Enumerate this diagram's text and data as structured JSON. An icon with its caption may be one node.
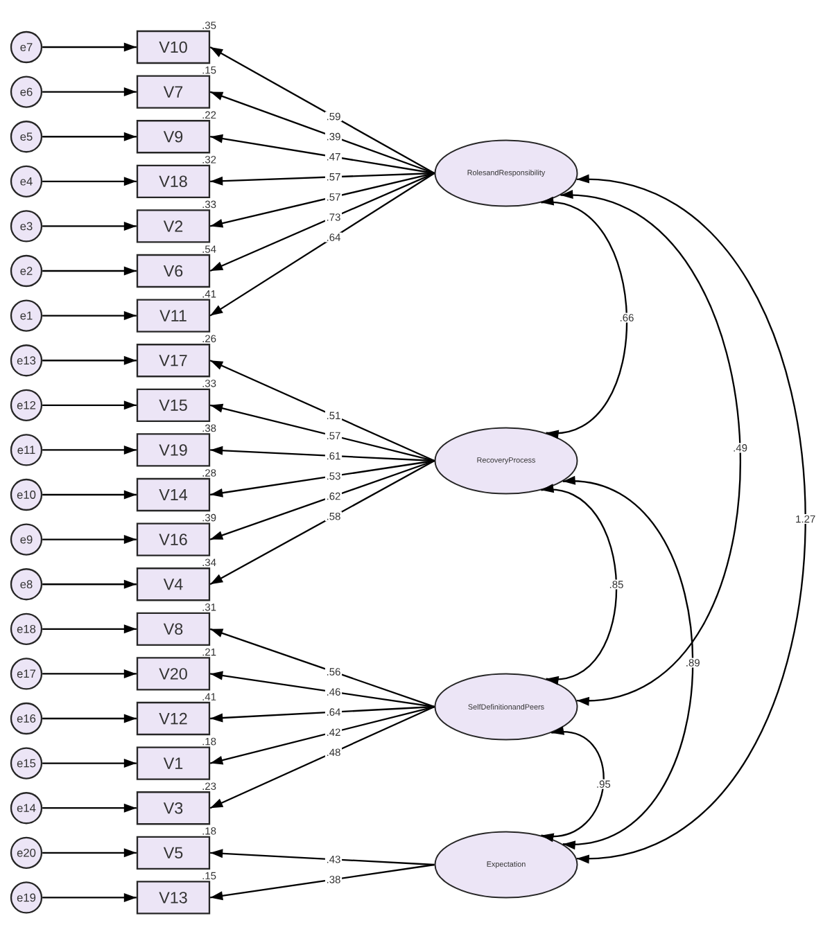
{
  "diagram": {
    "nodes": [
      {
        "text": [
          "e7"
        ]
      },
      {
        "text": [
          "V10"
        ],
        "beside": [
          ".35"
        ]
      },
      {
        "text": [
          "e6"
        ]
      },
      {
        "text": [
          "V7"
        ],
        "beside": [
          ".15"
        ]
      },
      {
        "text": [
          "e5"
        ]
      },
      {
        "text": [
          "V9"
        ],
        "beside": [
          ".22"
        ]
      },
      {
        "text": [
          "e4"
        ]
      },
      {
        "text": [
          "V18"
        ],
        "beside": [
          ".32"
        ]
      },
      {
        "text": [
          "e3"
        ]
      },
      {
        "text": [
          "V2"
        ],
        "beside": [
          ".33"
        ]
      },
      {
        "text": [
          "e2"
        ]
      },
      {
        "text": [
          "V6"
        ],
        "beside": [
          ".54"
        ]
      },
      {
        "text": [
          "e1"
        ]
      },
      {
        "text": [
          "V11"
        ],
        "beside": [
          ".41"
        ]
      },
      {
        "text": [
          "e13"
        ]
      },
      {
        "text": [
          "V17"
        ],
        "beside": [
          ".26"
        ]
      },
      {
        "text": [
          "e12"
        ]
      },
      {
        "text": [
          "V15"
        ],
        "beside": [
          ".33"
        ]
      },
      {
        "text": [
          "e11"
        ]
      },
      {
        "text": [
          "V19"
        ],
        "beside": [
          ".38"
        ]
      },
      {
        "text": [
          "e10"
        ]
      },
      {
        "text": [
          "V14"
        ],
        "beside": [
          ".28"
        ]
      },
      {
        "text": [
          "e9"
        ]
      },
      {
        "text": [
          "V16"
        ],
        "beside": [
          ".39"
        ]
      },
      {
        "text": [
          "e8"
        ]
      },
      {
        "text": [
          "V4"
        ],
        "beside": [
          ".34"
        ]
      },
      {
        "text": [
          "e18"
        ]
      },
      {
        "text": [
          "V8"
        ],
        "beside": [
          ".31"
        ]
      },
      {
        "text": [
          "e17"
        ]
      },
      {
        "text": [
          "V20"
        ],
        "beside": [
          ".21"
        ]
      },
      {
        "text": [
          "e16"
        ]
      },
      {
        "text": [
          "V12"
        ],
        "beside": [
          ".41"
        ]
      },
      {
        "text": [
          "e15"
        ]
      },
      {
        "text": [
          "V1"
        ],
        "beside": [
          ".18"
        ]
      },
      {
        "text": [
          "e14"
        ]
      },
      {
        "text": [
          "V3"
        ],
        "beside": [
          ".23"
        ]
      },
      {
        "text": [
          "e20"
        ]
      },
      {
        "text": [
          "V5"
        ],
        "beside": [
          ".18"
        ]
      },
      {
        "text": [
          "e19"
        ]
      },
      {
        "text": [
          "V13"
        ],
        "beside": [
          ".15"
        ]
      },
      {
        "text": [
          "RolesandResponsibility"
        ]
      },
      {
        "text": [
          "RecoveryProcess"
        ]
      },
      {
        "text": [
          "SelfDefinitionandPeers"
        ]
      },
      {
        "text": [
          "Expectation"
        ]
      }
    ],
    "edges": [
      {
        "from": 0,
        "to": 1,
        "arrow": "to"
      },
      {
        "from": 2,
        "to": 3,
        "arrow": "to"
      },
      {
        "from": 4,
        "to": 5,
        "arrow": "to"
      },
      {
        "from": 6,
        "to": 7,
        "arrow": "to"
      },
      {
        "from": 8,
        "to": 9,
        "arrow": "to"
      },
      {
        "from": 10,
        "to": 11,
        "arrow": "to"
      },
      {
        "from": 12,
        "to": 13,
        "arrow": "to"
      },
      {
        "from": 14,
        "to": 15,
        "arrow": "to"
      },
      {
        "from": 16,
        "to": 17,
        "arrow": "to"
      },
      {
        "from": 18,
        "to": 19,
        "arrow": "to"
      },
      {
        "from": 20,
        "to": 21,
        "arrow": "to"
      },
      {
        "from": 22,
        "to": 23,
        "arrow": "to"
      },
      {
        "from": 24,
        "to": 25,
        "arrow": "to"
      },
      {
        "from": 26,
        "to": 27,
        "arrow": "to"
      },
      {
        "from": 28,
        "to": 29,
        "arrow": "to"
      },
      {
        "from": 30,
        "to": 31,
        "arrow": "to"
      },
      {
        "from": 32,
        "to": 33,
        "arrow": "to"
      },
      {
        "from": 34,
        "to": 35,
        "arrow": "to"
      },
      {
        "from": 36,
        "to": 37,
        "arrow": "to"
      },
      {
        "from": 38,
        "to": 39,
        "arrow": "to"
      },
      {
        "from": 40,
        "to": 1,
        "arrow": "to",
        "label": ".59"
      },
      {
        "from": 40,
        "to": 3,
        "arrow": "to",
        "label": ".39"
      },
      {
        "from": 40,
        "to": 5,
        "arrow": "to",
        "label": ".47"
      },
      {
        "from": 40,
        "to": 7,
        "arrow": "to",
        "label": ".57"
      },
      {
        "from": 40,
        "to": 9,
        "arrow": "to",
        "label": ".57"
      },
      {
        "from": 40,
        "to": 11,
        "arrow": "to",
        "label": ".73"
      },
      {
        "from": 40,
        "to": 13,
        "arrow": "to",
        "label": ".64"
      },
      {
        "from": 41,
        "to": 15,
        "arrow": "to",
        "label": ".51"
      },
      {
        "from": 41,
        "to": 17,
        "arrow": "to",
        "label": ".57"
      },
      {
        "from": 41,
        "to": 19,
        "arrow": "to",
        "label": ".61"
      },
      {
        "from": 41,
        "to": 21,
        "arrow": "to",
        "label": ".53"
      },
      {
        "from": 41,
        "to": 23,
        "arrow": "to",
        "label": ".62"
      },
      {
        "from": 41,
        "to": 25,
        "arrow": "to",
        "label": ".58"
      },
      {
        "from": 42,
        "to": 27,
        "arrow": "to",
        "label": ".56"
      },
      {
        "from": 42,
        "to": 29,
        "arrow": "to",
        "label": ".46"
      },
      {
        "from": 42,
        "to": 31,
        "arrow": "to",
        "label": ".64"
      },
      {
        "from": 42,
        "to": 33,
        "arrow": "to",
        "label": ".42"
      },
      {
        "from": 42,
        "to": 35,
        "arrow": "to",
        "label": ".48"
      },
      {
        "from": 43,
        "to": 37,
        "arrow": "to",
        "label": ".43"
      },
      {
        "from": 43,
        "to": 39,
        "arrow": "to",
        "label": ".38"
      },
      {
        "from": 40,
        "to": 41,
        "arrow": "both",
        "label": ".66"
      },
      {
        "from": 40,
        "to": 42,
        "arrow": "both",
        "label": ".49"
      },
      {
        "from": 40,
        "to": 43,
        "arrow": "both",
        "label": "1.27"
      },
      {
        "from": 41,
        "to": 42,
        "arrow": "both",
        "label": ".85"
      },
      {
        "from": 41,
        "to": 43,
        "arrow": "both",
        "label": ".89"
      },
      {
        "from": 42,
        "to": 43,
        "arrow": "both",
        "label": ".95"
      }
    ]
  }
}
